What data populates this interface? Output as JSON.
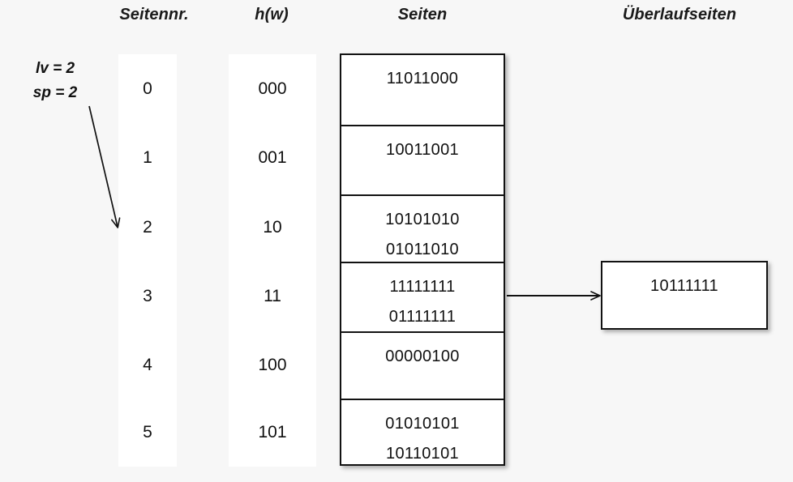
{
  "headers": {
    "seitennr": "Seitennr.",
    "hw": "h(w)",
    "seiten": "Seiten",
    "ueberlaufseiten": "Überlaufseiten"
  },
  "params": {
    "lv": "lv = 2",
    "sp": "sp = 2"
  },
  "directory": {
    "rows": [
      {
        "seitennr": "0",
        "hw": "000"
      },
      {
        "seitennr": "1",
        "hw": "001"
      },
      {
        "seitennr": "2",
        "hw": "10"
      },
      {
        "seitennr": "3",
        "hw": "11"
      },
      {
        "seitennr": "4",
        "hw": "100"
      },
      {
        "seitennr": "5",
        "hw": "101"
      }
    ]
  },
  "pages": [
    {
      "lines": [
        "11011000"
      ]
    },
    {
      "lines": [
        "10011001"
      ]
    },
    {
      "lines": [
        "10101010",
        "01011010"
      ]
    },
    {
      "lines": [
        "11111111",
        "01111111"
      ]
    },
    {
      "lines": [
        "00000100"
      ]
    },
    {
      "lines": [
        "01010101",
        "10110101"
      ]
    }
  ],
  "overflow_pages": [
    {
      "lines": [
        "10111111"
      ]
    }
  ],
  "colors": {
    "background": "#f7f7f7",
    "panel": "#ffffff",
    "stroke": "#121212",
    "text": "#111111"
  }
}
